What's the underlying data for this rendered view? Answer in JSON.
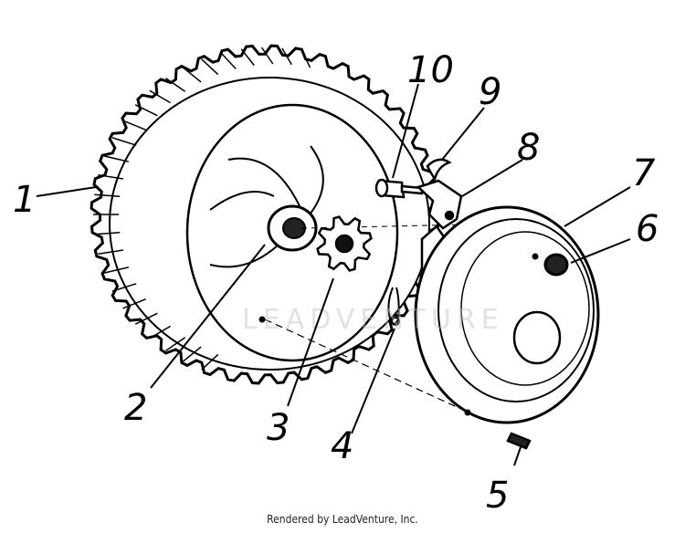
{
  "watermark": "LEADVENTURE",
  "credit": "Rendered by LeadVenture, Inc.",
  "callouts": [
    {
      "id": "1",
      "label": "1"
    },
    {
      "id": "2",
      "label": "2"
    },
    {
      "id": "3",
      "label": "3"
    },
    {
      "id": "4",
      "label": "4"
    },
    {
      "id": "5",
      "label": "5"
    },
    {
      "id": "6",
      "label": "6"
    },
    {
      "id": "7",
      "label": "7"
    },
    {
      "id": "8",
      "label": "8"
    },
    {
      "id": "9",
      "label": "9"
    },
    {
      "id": "10",
      "label": "10"
    }
  ],
  "colors": {
    "ink": "#000000",
    "background": "#ffffff"
  }
}
